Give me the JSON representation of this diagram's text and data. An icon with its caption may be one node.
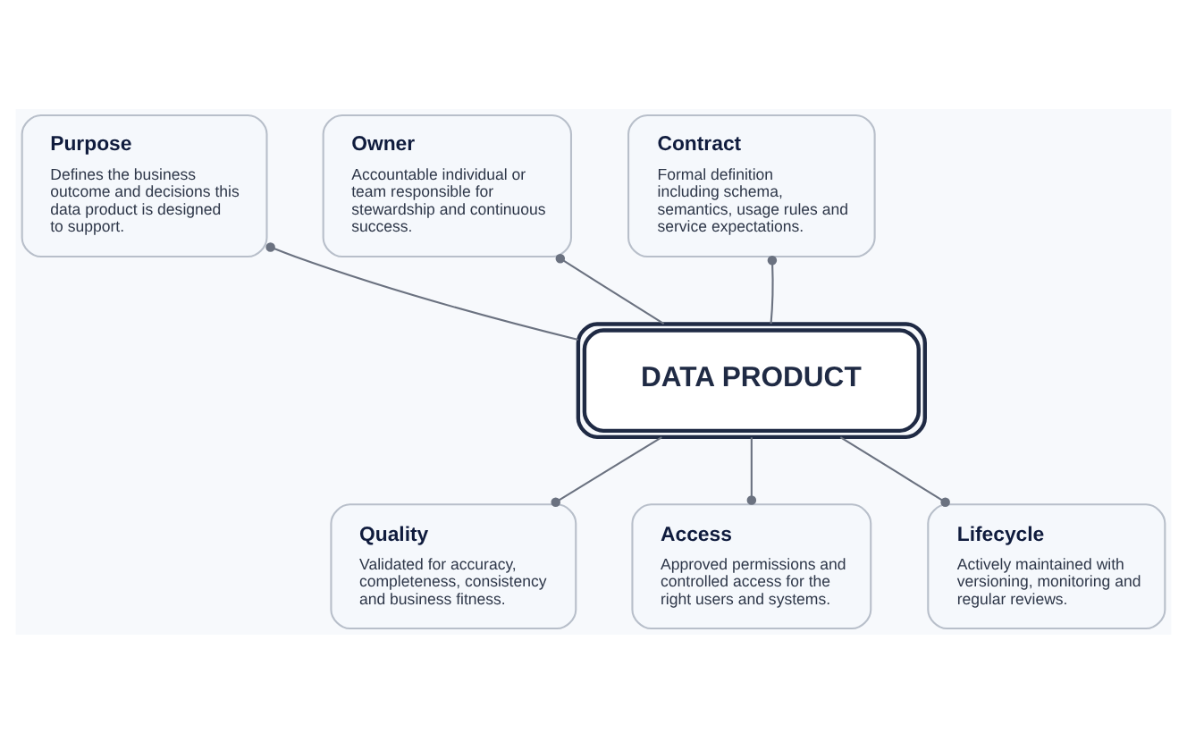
{
  "diagram": {
    "nodes": [
      {
        "text": [
          "Purpose",
          "Defines the business outcome and decisions this data product is designed to support."
        ]
      },
      {
        "text": [
          "Owner",
          "Accountable individual or team responsible for stewardship and continuous success."
        ]
      },
      {
        "text": [
          "Contract",
          "Formal definition including schema, semantics, usage rules and service expectations."
        ]
      },
      {
        "text": [
          "DATA PRODUCT"
        ]
      },
      {
        "text": [
          "Quality",
          "Validated for accuracy, completeness, consistency and business fitness."
        ]
      },
      {
        "text": [
          "Access",
          "Approved permissions and controlled access for the right users and systems."
        ]
      },
      {
        "text": [
          "Lifecycle",
          "Actively maintained with versioning, monitoring and regular reviews."
        ]
      }
    ],
    "edges": [
      {
        "from": 3,
        "to": 0,
        "arrow": "other"
      },
      {
        "from": 3,
        "to": 1,
        "arrow": "other"
      },
      {
        "from": 3,
        "to": 2,
        "arrow": "other"
      },
      {
        "from": 3,
        "to": 4,
        "arrow": "other"
      },
      {
        "from": 3,
        "to": 5,
        "arrow": "other"
      },
      {
        "from": 3,
        "to": 6,
        "arrow": "other"
      }
    ]
  }
}
